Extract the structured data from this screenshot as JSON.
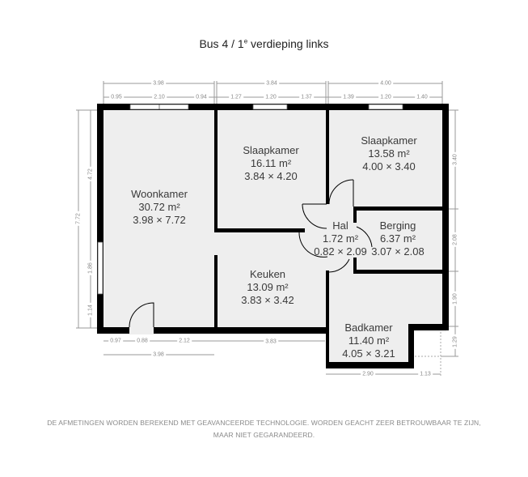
{
  "title": {
    "prefix": "Bus 4 / 1",
    "superscript": "e",
    "suffix": " verdieping links"
  },
  "rooms": [
    {
      "name": "Woonkamer",
      "area": "30.72 m²",
      "dims": "3.98 × 7.72"
    },
    {
      "name": "Slaapkamer",
      "area": "16.11 m²",
      "dims": "3.84 × 4.20"
    },
    {
      "name": "Slaapkamer",
      "area": "13.58 m²",
      "dims": "4.00 × 3.40"
    },
    {
      "name": "Hal",
      "area": "1.72 m²",
      "dims": "0.82 × 2.09"
    },
    {
      "name": "Berging",
      "area": "6.37 m²",
      "dims": "3.07 × 2.08"
    },
    {
      "name": "Keuken",
      "area": "13.09 m²",
      "dims": "3.83 × 3.42"
    },
    {
      "name": "Badkamer",
      "area": "11.40 m²",
      "dims": "4.05 × 3.21"
    }
  ],
  "dimensions": {
    "top_overall": [
      "3.98",
      "3.84",
      "4.00"
    ],
    "top_segments": [
      "0.95",
      "2.10",
      "0.94",
      "1.27",
      "1.20",
      "1.37",
      "1.39",
      "1.20",
      "1.40"
    ],
    "left_overall": "7.72",
    "left_segments": [
      "4.72",
      "1.86",
      "1.14"
    ],
    "right_segments": [
      "3.40",
      "2.08",
      "1.90",
      "1.29"
    ],
    "bottom_segments": [
      "0.97",
      "0.88",
      "2.12",
      "3.83"
    ],
    "bottom_overall": "3.98",
    "bottom_bath": [
      "2.90",
      "1.13"
    ]
  },
  "disclaimer": {
    "line1": "DE AFMETINGEN WORDEN BEREKEND MET GEAVANCEERDE TECHNOLOGIE. WORDEN GEACHT ZEER BETROUWBAAR TE ZIJN,",
    "line2": "MAAR NIET GEGARANDEERD."
  },
  "colors": {
    "wall": "#000000",
    "floor": "#eeeeee",
    "dim_line": "#888888"
  }
}
